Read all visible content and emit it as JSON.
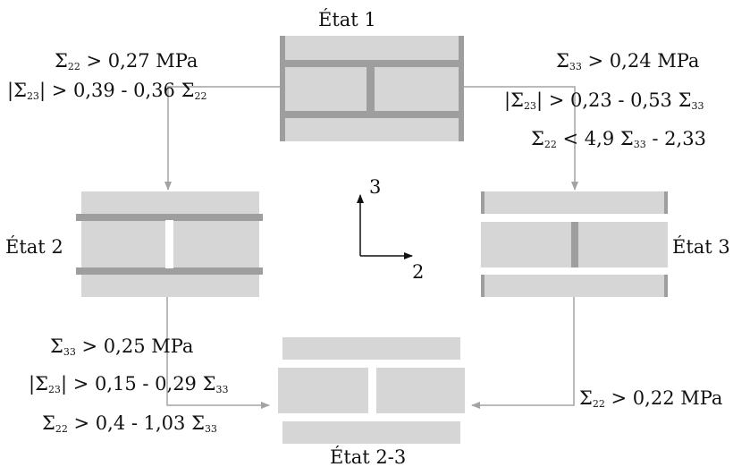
{
  "diagram": {
    "colors": {
      "brick": "#d6d6d6",
      "joint": "#9e9e9e",
      "arrow": "#a3a3a3",
      "axis": "#111111",
      "text": "#111111"
    },
    "states": {
      "state1": {
        "label": "État 1"
      },
      "state2": {
        "label": "État 2"
      },
      "state3": {
        "label": "État 3"
      },
      "state23": {
        "label": "État 2-3"
      }
    },
    "axes": {
      "vertical": "3",
      "horizontal": "2"
    },
    "transitions": {
      "t1_2": [
        "Σ<sub>22</sub> &gt; 0,27 MPa",
        "|Σ<sub>23</sub>| &gt; 0,39 - 0,36 Σ<sub>22</sub>"
      ],
      "t1_3": [
        "Σ<sub>33</sub> &gt; 0,24 MPa",
        "|Σ<sub>23</sub>| &gt; 0,23 - 0,53 Σ<sub>33</sub>",
        "Σ<sub>22</sub> &lt; 4,9 Σ<sub>33</sub> - 2,33"
      ],
      "t2_23": [
        "Σ<sub>33</sub> &gt; 0,25 MPa",
        "|Σ<sub>23</sub>| &gt; 0,15 - 0,29 Σ<sub>33</sub>",
        "Σ<sub>22</sub> &gt; 0,4 - 1,03 Σ<sub>33</sub>"
      ],
      "t3_23": [
        "Σ<sub>22</sub> &gt; 0,22 MPa"
      ]
    }
  }
}
